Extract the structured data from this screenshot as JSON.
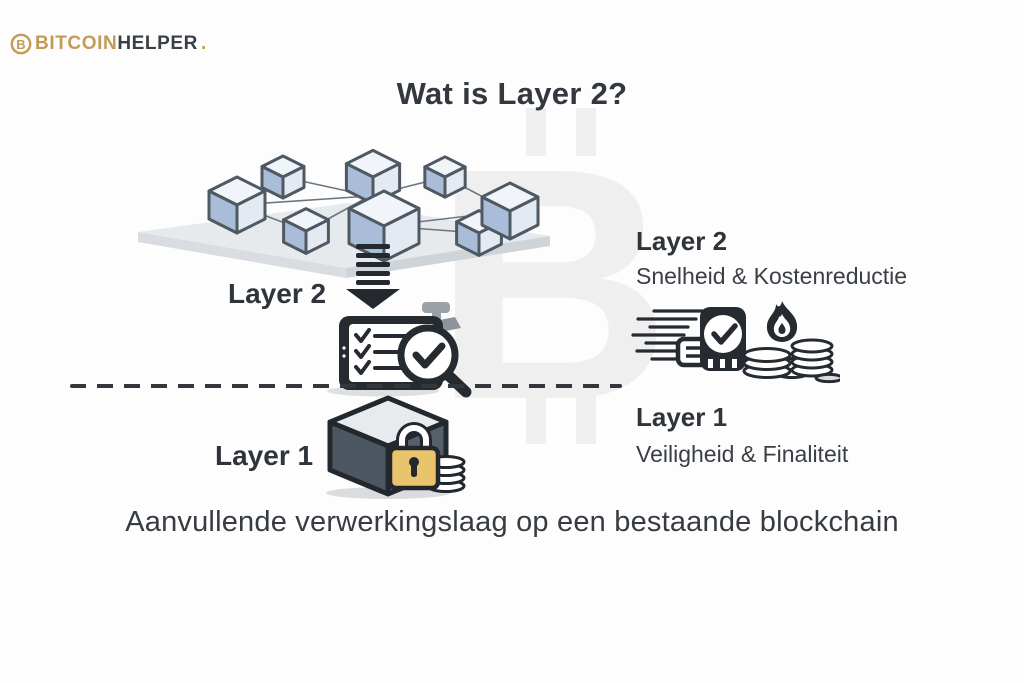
{
  "colors": {
    "background": "#FDFDFD",
    "accent_gold": "#C49A55",
    "text_dark": "#32373D",
    "cube_blue": "#A9BDD8",
    "cube_top_light": "#F1F5F9",
    "platform_gray": "#E7EAED",
    "icon_ink": "#262B31",
    "lock_gold": "#EAC46C",
    "layer1_cube_gray": "#4D5761"
  },
  "header": {
    "logo": {
      "symbol": "B",
      "word_bitcoin": "BITCOIN",
      "word_helper": "HELPER",
      "dot": "."
    },
    "title": "Wat is Layer 2?"
  },
  "diagram": {
    "network_label": "Layer 2",
    "layer1_label": "Layer 1",
    "right_column": {
      "layer2_heading": "Layer 2",
      "layer2_subtitle": "Snelheid & Kostenreductie",
      "layer1_heading": "Layer 1",
      "layer1_subtitle": "Veiligheid & Finaliteit"
    },
    "caption": "Aanvullende verwerkingslaag op een bestaande blockchain",
    "icons": [
      "bitcoin-logo-icon",
      "blockchain-network-icon",
      "down-arrow-icon",
      "checklist-magnifier-icon",
      "speed-timer-icon",
      "burn-coins-icon",
      "locked-cube-icon",
      "bitcoin-watermark-icon"
    ]
  }
}
